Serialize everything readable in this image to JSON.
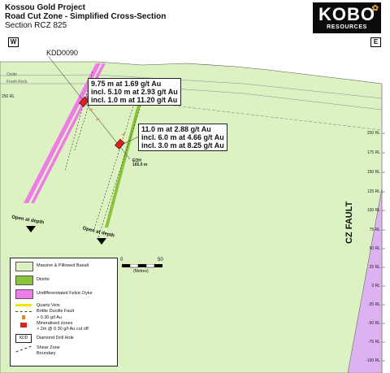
{
  "header": {
    "project": "Kossou Gold Project",
    "subtitle": "Road Cut Zone - Simplified Cross-Section",
    "section": "Section RCZ 825"
  },
  "logo": {
    "main": "KOBO",
    "sub": "RESOURCES"
  },
  "compass": {
    "west": "W",
    "east": "E"
  },
  "drill_hole": "KDD0090",
  "surface_labels": {
    "oxide": "Oxide",
    "fresh_rock": "Fresh Rock"
  },
  "rl_left": "250 RL",
  "rl_right": [
    "200 RL",
    "175 RL",
    "150 RL",
    "125 RL",
    "100 RL",
    "75 RL",
    "50 RL",
    "25 RL",
    "0 RL",
    "-25 RL",
    "-50 RL",
    "-75 RL",
    "-100 RL"
  ],
  "callout1": [
    "9.75 m at 1.69 g/t Au",
    "incl. 5.10 m at 2.93 g/t Au",
    "incl. 1.0 m at 11.20 g/t Au"
  ],
  "callout2": [
    "11.0 m at 2.88 g/t Au",
    "incl. 6.0 m at 4.66 g/t Au",
    "incl. 3.0 m at 8.25 g/t Au"
  ],
  "eoh": {
    "label": "EOH",
    "depth": "165.0 m"
  },
  "open_at_depth": "Open at depth",
  "fault_label": "CZ FAULT",
  "scale": {
    "zero": "0",
    "fifty": "50",
    "units": "(Metres)"
  },
  "legend": {
    "basalt": "Massive & Pillowed Basalt",
    "diorite": "Diorite",
    "dyke": "Undifferentiated Felsic Dyke",
    "quartz": "Quartz Vein",
    "fault": "Brittle Ductile Fault",
    "au": "> 0.30 g/t Au",
    "mineralised": "Mineralised zones",
    "mineralised2": "> 2m @ 0.30 g/t Au cut off",
    "kdd": "KDD",
    "hole": "Diamond Drill Hole",
    "shear": "Shear Zone",
    "shear2": "Boundary"
  },
  "colors": {
    "basalt": "#ddf2c2",
    "diorite": "#88c43a",
    "dyke": "#ee7be6",
    "fault_zone": "#dcb2f0",
    "mineral": "#e02020",
    "quartz": "#f2e600"
  }
}
